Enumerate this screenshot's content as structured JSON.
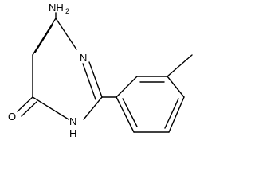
{
  "molecule": {
    "atoms": {
      "amine_n": "NH",
      "amine_h_count": "2",
      "ring_n_top": "N",
      "ring_nh": "N",
      "ring_nh_h": "H",
      "oxygen": "O"
    }
  }
}
